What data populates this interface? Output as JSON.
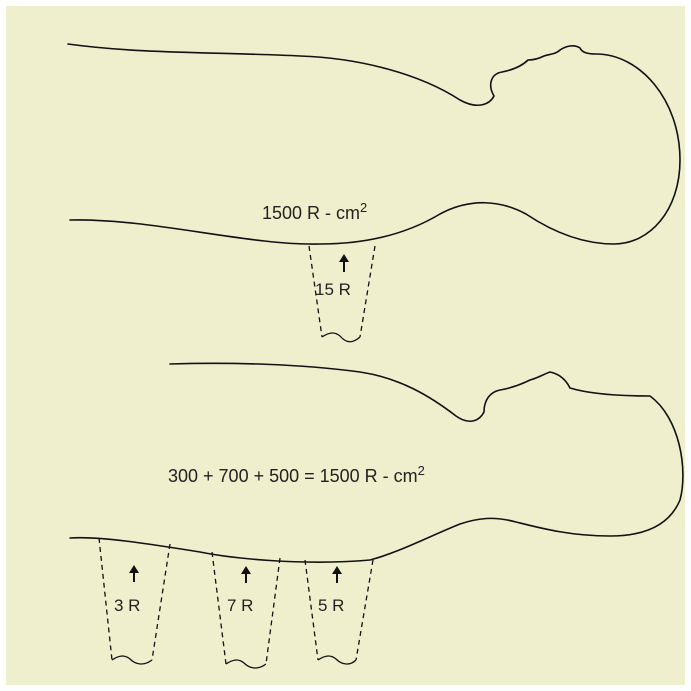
{
  "top_panel": {
    "total_label": "1500 R - cm",
    "total_exponent": "2",
    "field_label": "15 R"
  },
  "bottom_panel": {
    "sum_label": "300 + 700 + 500 = 1500 R - cm",
    "sum_exponent": "2",
    "field_labels": [
      "3 R",
      "7 R",
      "5 R"
    ]
  }
}
